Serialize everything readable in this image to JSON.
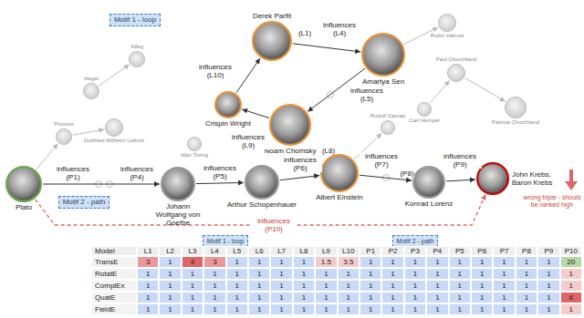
{
  "diagram": {
    "nodes": [
      {
        "text": [
          "Motif 1 - loop"
        ]
      },
      {
        "text": [
          "Derek Parfit"
        ]
      },
      {
        "text": [
          "Robin Hahnel"
        ]
      },
      {
        "text": [
          "Alfeg"
        ]
      },
      {
        "text": [
          "Amartya Sen"
        ]
      },
      {
        "text": [
          "Hegel"
        ]
      },
      {
        "text": [
          "Paul Churchland"
        ]
      },
      {
        "text": [
          "Crispin Wright"
        ]
      },
      {
        "text": [
          "Rudolf Carnap"
        ]
      },
      {
        "text": [
          "Carl Hempel"
        ]
      },
      {
        "text": [
          "Patricia Churchland"
        ]
      },
      {
        "text": [
          "Noam Chomsky"
        ]
      },
      {
        "text": [
          "Plotinus"
        ]
      },
      {
        "text": [
          "Gottfried Wilhelm Leibniz"
        ]
      },
      {
        "text": [
          "Alan Turing"
        ]
      },
      {
        "text": [
          "Plato"
        ]
      },
      {
        "text": [
          "Johann Wolfgang von Goethe"
        ]
      },
      {
        "text": [
          "Arthur Schopenhauer"
        ]
      },
      {
        "text": [
          "Albert Einstein"
        ]
      },
      {
        "text": [
          "Konrad Lorenz"
        ]
      },
      {
        "text": [
          "John Krebs, Baron Krebs"
        ]
      },
      {
        "text": [
          "Motif 2 - path"
        ]
      },
      {
        "text": [
          "Motif 1 - loop"
        ]
      },
      {
        "text": [
          "Motif 2 - path"
        ]
      }
    ],
    "edges": [
      {
        "from": 1,
        "to": 4,
        "arrow": "to",
        "label": "influences (L4)"
      },
      {
        "from": 4,
        "to": 11,
        "arrow": "to",
        "label": "influences (L5)"
      },
      {
        "from": 11,
        "to": 7,
        "arrow": "to",
        "label": "influences (L9)"
      },
      {
        "from": 7,
        "to": 1,
        "arrow": "to",
        "label": "influences (L10)"
      },
      {
        "from": 15,
        "to": 16,
        "arrow": "to",
        "label": "influences (P1)"
      },
      {
        "from": 16,
        "to": 17,
        "arrow": "to",
        "label": "influences (P5)"
      },
      {
        "from": 17,
        "to": 18,
        "arrow": "to",
        "label": "influences (P6)"
      },
      {
        "from": 18,
        "to": 19,
        "arrow": "to",
        "label": "influences (P7)"
      },
      {
        "from": 19,
        "to": 20,
        "arrow": "to",
        "label": "influences (P9)"
      },
      {
        "from": 15,
        "to": 20,
        "arrow": "to",
        "label": "influences (P10)"
      },
      {
        "from": 15,
        "to": 12,
        "arrow": "to"
      },
      {
        "from": 12,
        "to": 13,
        "arrow": "to"
      },
      {
        "from": 5,
        "to": 3,
        "arrow": "to"
      },
      {
        "from": 18,
        "to": 8,
        "arrow": "to"
      },
      {
        "from": 9,
        "to": 6,
        "arrow": "to"
      },
      {
        "from": 6,
        "to": 10,
        "arrow": "to"
      },
      {
        "from": 4,
        "to": 2,
        "arrow": "to"
      }
    ],
    "labels": [
      "(L1)",
      "(L8)",
      "influences (P4)",
      "(P8)",
      "wrong triple - should be ranked high",
      "Model",
      "L1",
      "L2",
      "L3",
      "L4",
      "L5",
      "L6",
      "L7",
      "L8",
      "L9",
      "L10",
      "P1",
      "P2",
      "P3",
      "P4",
      "P5",
      "P6",
      "P7",
      "P8",
      "P9",
      "P10",
      "TransE",
      "3",
      "1",
      "4",
      "3",
      "1",
      "1",
      "1",
      "1",
      "1.5",
      "3.5",
      "1",
      "1",
      "1",
      "1",
      "1",
      "1",
      "1",
      "1",
      "1",
      "20",
      "RotatE",
      "1",
      "1",
      "1",
      "1",
      "1",
      "1",
      "1",
      "1",
      "1",
      "1",
      "1",
      "1",
      "1",
      "1",
      "1",
      "1",
      "1",
      "1",
      "1",
      "1",
      "ComplEx",
      "1",
      "1",
      "1",
      "1",
      "1",
      "1",
      "1",
      "1",
      "1",
      "1",
      "1",
      "1",
      "1",
      "1",
      "1",
      "1",
      "1",
      "1",
      "1",
      "1",
      "QuatE",
      "1",
      "1",
      "1",
      "1",
      "1",
      "1",
      "1",
      "1",
      "1",
      "1",
      "1",
      "1",
      "1",
      "1",
      "1",
      "1",
      "1",
      "1",
      "1",
      "6",
      "FieldE",
      "1",
      "1",
      "1",
      "1",
      "1",
      "1",
      "1",
      "1",
      "1",
      "1",
      "1",
      "1",
      "1",
      "1",
      "1",
      "1",
      "1",
      "1",
      "1",
      "1"
    ]
  }
}
